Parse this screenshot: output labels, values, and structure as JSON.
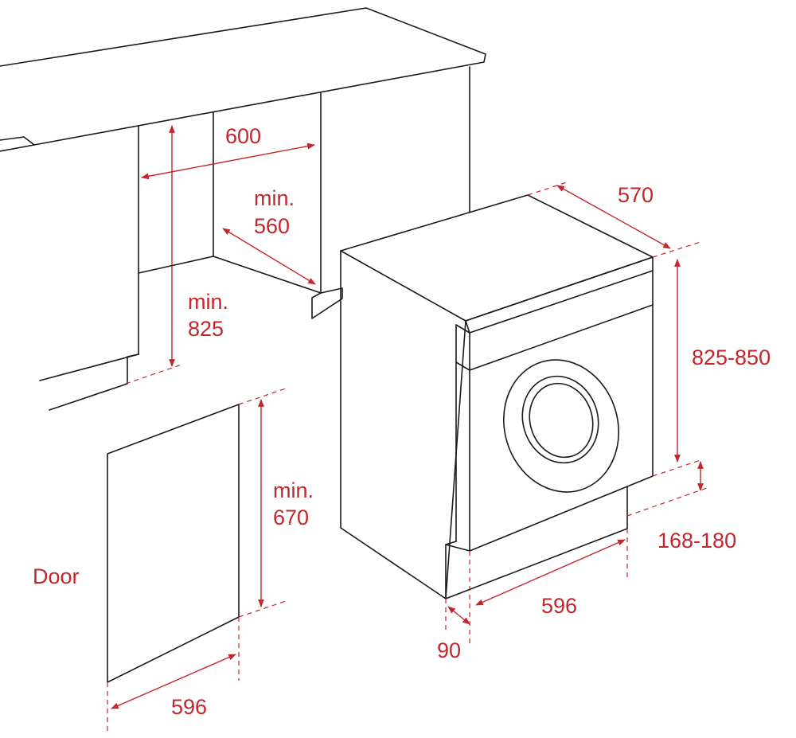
{
  "labels": {
    "cabinet_width": "600",
    "cabinet_depth_min": "min.",
    "cabinet_depth": "560",
    "cabinet_height_min": "min.",
    "cabinet_height": "825",
    "machine_depth": "570",
    "machine_height": "825-850",
    "plinth_height": "168-180",
    "machine_width": "596",
    "plinth_recess": "90",
    "door_height_min": "min.",
    "door_height": "670",
    "door_label": "Door",
    "door_width": "596"
  },
  "colors": {
    "line": "#1a1a1a",
    "dimension": "#c1272d"
  }
}
